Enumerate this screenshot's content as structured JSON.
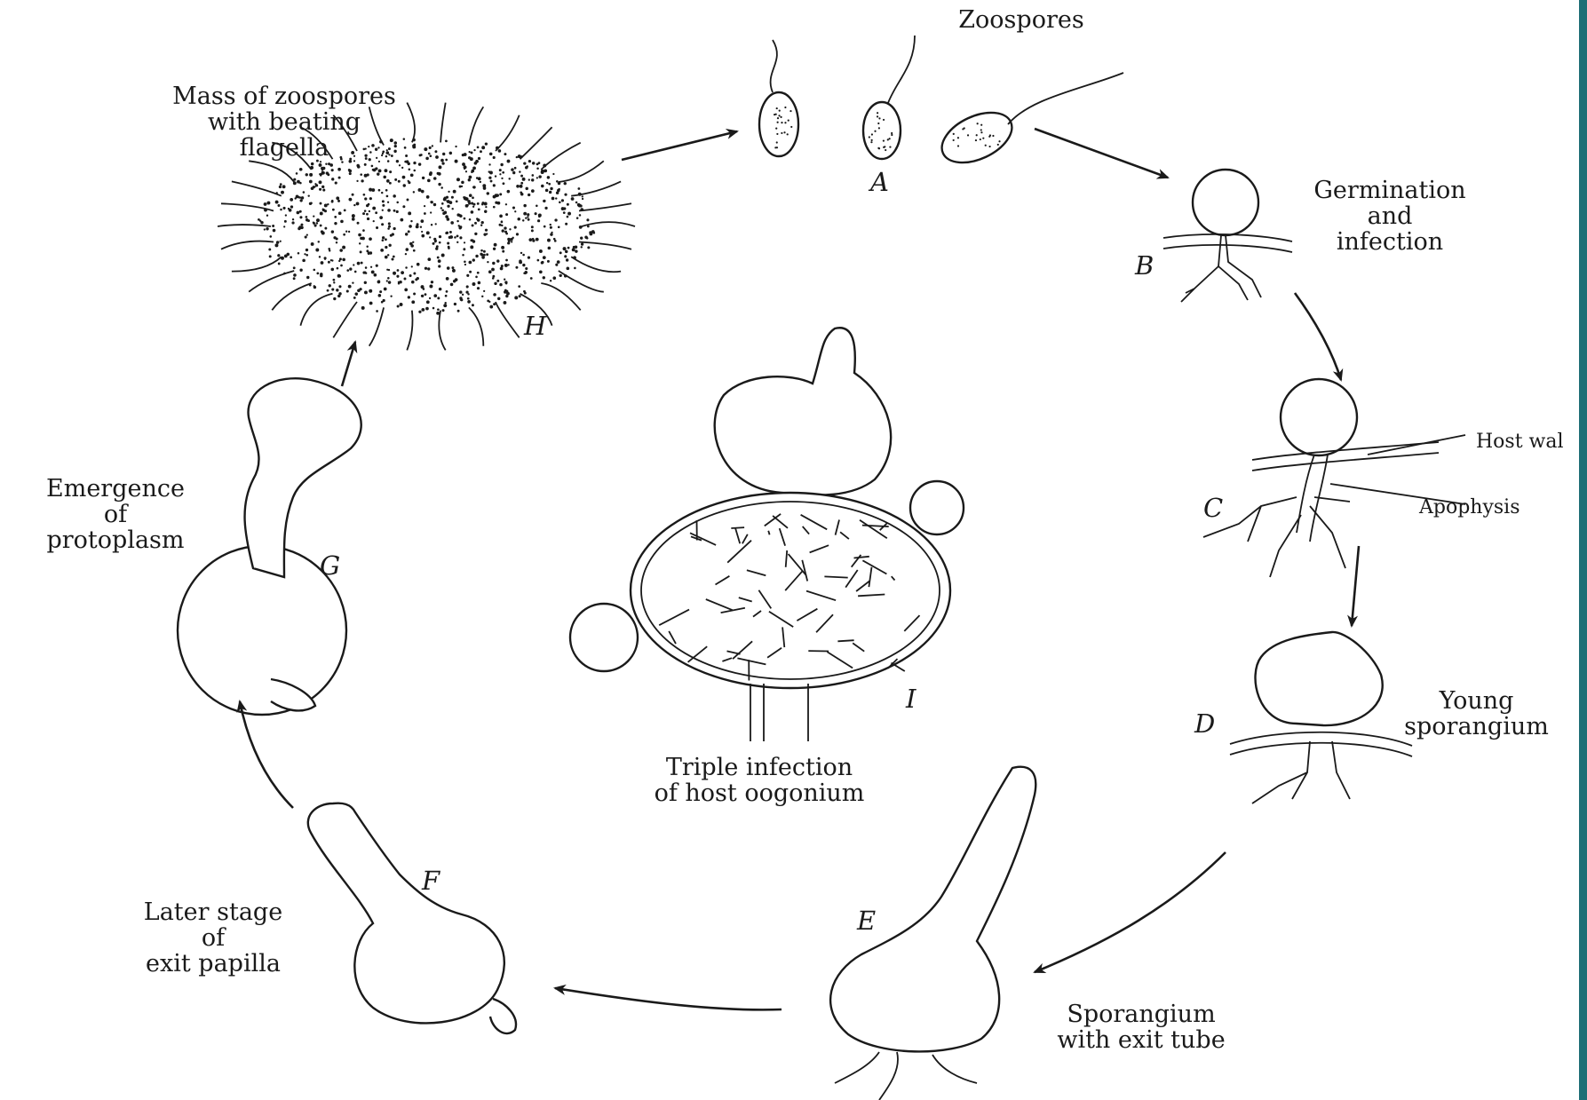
{
  "labels": {
    "zoospores": "Zoospores",
    "mass_of_zoospores": "Mass of zoospores\nwith beating\nflagella",
    "germination": "Germination\nand\ninfection",
    "host_wall": "Host wal",
    "apophysis": "Apophysis",
    "young_sporangium": "Young\nsporangium",
    "emergence": "Emergence\nof\nprotoplasm",
    "triple_infection": "Triple infection\nof host oogonium",
    "later_stage": "Later stage\nof\nexit papilla",
    "sporangium_exit": "Sporangium\nwith exit tube"
  },
  "stage_letters": {
    "a": "A",
    "b": "B",
    "c": "C",
    "d": "D",
    "e": "E",
    "f": "F",
    "g": "G",
    "h": "H",
    "i": "I"
  },
  "colors": {
    "ink": "#1a1a1a",
    "paper": "#ffffff",
    "edge_stripe": "#1e6e76"
  }
}
